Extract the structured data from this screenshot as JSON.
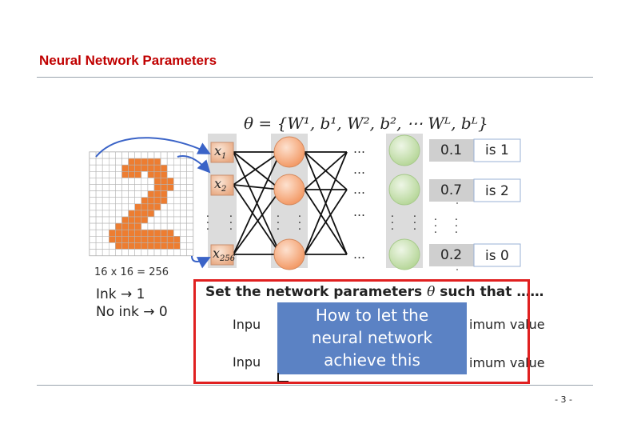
{
  "slide": {
    "title": "Neural Network Parameters",
    "page_number": "- 3 -"
  },
  "image": {
    "size_caption": "16 x 16 = 256",
    "ink_label": "Ink → 1",
    "no_ink_label": "No ink → 0"
  },
  "network": {
    "theta_formula": "θ = {W¹, b¹, W², b², ⋯ Wᴸ, bᴸ}",
    "inputs": [
      {
        "name": "x",
        "sub": "1"
      },
      {
        "name": "x",
        "sub": "2"
      },
      {
        "name": "x",
        "sub": "256"
      }
    ],
    "ellipsis": "…",
    "outputs": [
      {
        "value": "0.1",
        "label": "is 1"
      },
      {
        "value": "0.7",
        "label": "is 2"
      },
      {
        "value": "0.2",
        "label": "is 0"
      }
    ]
  },
  "objective": {
    "set_text": "Set the network parameters",
    "theta": "θ",
    "such_that": "such that ……",
    "input_prefix": "Inpu",
    "max_suffix": "imum value",
    "callout_lines": [
      "How to let the",
      "neural network",
      "achieve this"
    ]
  },
  "colors": {
    "title": "#c00000",
    "neuron_fill": "#f7a87a",
    "output_neuron_fill": "#cde3b6",
    "callout_bg": "#5b82c4",
    "highlight_border": "#e02020",
    "digit_ink": "#ed7d31"
  }
}
